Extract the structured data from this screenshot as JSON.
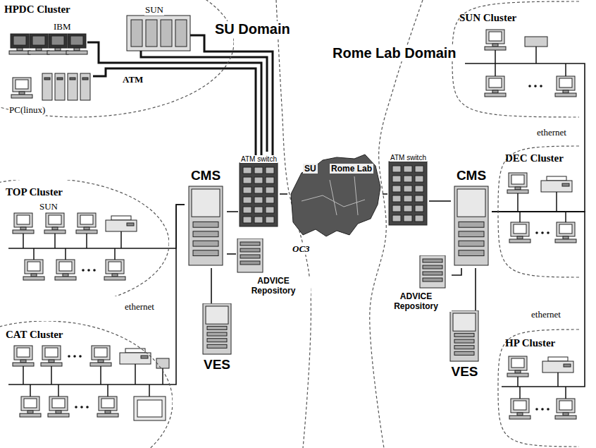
{
  "diagram": {
    "nodes": [
      {
        "text": [
          "HPDC Cluster",
          "IBM",
          "SUN",
          "PC(linux)"
        ]
      },
      {
        "text": [
          "CMS"
        ]
      },
      {
        "text": [
          "ATM switch"
        ]
      },
      {
        "text": [
          "ADVICE Repository"
        ]
      },
      {
        "text": [
          "VES"
        ]
      },
      {
        "text": [
          "TOP Cluster",
          "SUN"
        ]
      },
      {
        "text": [
          "CAT Cluster"
        ]
      },
      {
        "text": [
          "SU",
          "Rome Lab",
          "OC3"
        ]
      },
      {
        "text": [
          "ATM switch"
        ]
      },
      {
        "text": [
          "CMS"
        ]
      },
      {
        "text": [
          "ADVICE Repository"
        ]
      },
      {
        "text": [
          "VES"
        ]
      },
      {
        "text": [
          "SUN Cluster"
        ]
      },
      {
        "text": [
          "DEC Cluster"
        ]
      },
      {
        "text": [
          "HP Cluster"
        ]
      }
    ],
    "edges": [
      {
        "from": 0,
        "to": 2,
        "arrow": "none"
      },
      {
        "from": 1,
        "to": 2,
        "arrow": "none"
      },
      {
        "from": 2,
        "to": 7,
        "arrow": "none"
      },
      {
        "from": 7,
        "to": 8,
        "arrow": "none"
      },
      {
        "from": 8,
        "to": 9,
        "arrow": "none"
      },
      {
        "from": 1,
        "to": 3,
        "arrow": "none"
      },
      {
        "from": 1,
        "to": 4,
        "arrow": "none"
      },
      {
        "from": 1,
        "to": 5,
        "arrow": "none"
      },
      {
        "from": 1,
        "to": 6,
        "arrow": "none"
      },
      {
        "from": 9,
        "to": 10,
        "arrow": "none"
      },
      {
        "from": 9,
        "to": 11,
        "arrow": "none"
      },
      {
        "from": 9,
        "to": 12,
        "arrow": "none"
      },
      {
        "from": 9,
        "to": 13,
        "arrow": "none"
      },
      {
        "from": 9,
        "to": 14,
        "arrow": "none"
      }
    ],
    "labels": [
      "SU Domain",
      "Rome Lab Domain",
      "ATM",
      "ethernet",
      "ethernet",
      "ethernet"
    ]
  }
}
